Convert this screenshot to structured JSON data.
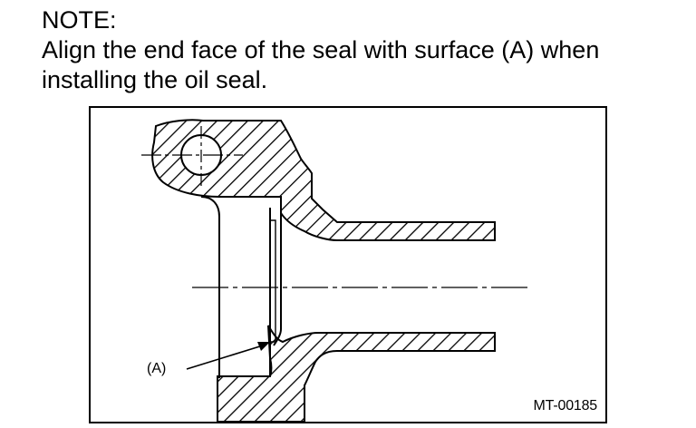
{
  "note": {
    "heading": "NOTE:",
    "text_line1": "Align the end face of the seal with surface (A) when",
    "text_line2": "installing the oil seal."
  },
  "figure": {
    "callout_label": "(A)",
    "figure_id": "MT-00185"
  }
}
